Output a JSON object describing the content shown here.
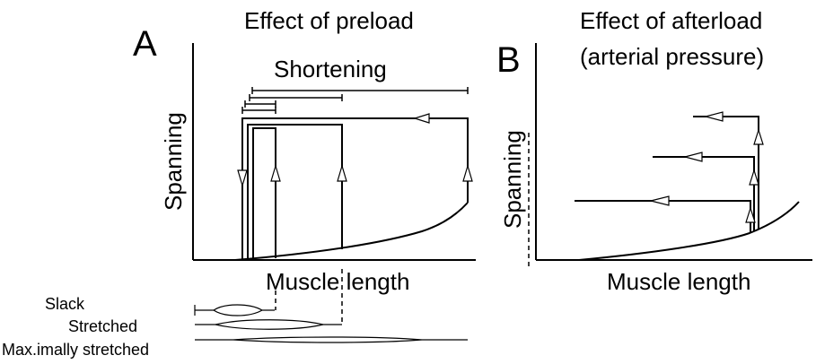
{
  "panel_a": {
    "letter": "A",
    "title": "Effect of preload",
    "shortening_label": "Shortening",
    "ylabel": "Spanning",
    "xlabel": "Muscle length",
    "states": [
      "Slack",
      "Stretched",
      "Max.imally stretched"
    ]
  },
  "panel_b": {
    "letter": "B",
    "title_line1": "Effect of afterload",
    "title_line2": "(arterial pressure)",
    "ylabel": "Spanning",
    "xlabel": "Muscle length"
  },
  "colors": {
    "ink": "#000000",
    "background": "#ffffff"
  }
}
